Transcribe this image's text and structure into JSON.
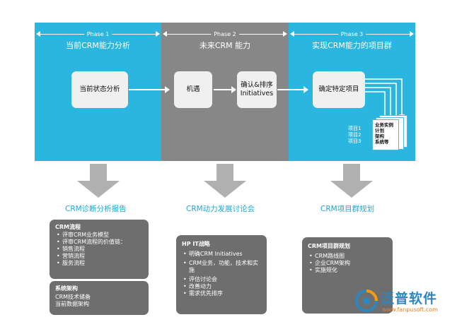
{
  "phases": [
    {
      "label": "Phase 1",
      "title": "当前CRM能力分析",
      "color": "#2bb6e0"
    },
    {
      "label": "Phase 2",
      "title": "未来CRM 能力",
      "color": "#878787"
    },
    {
      "label": "Phase 3",
      "title": "实现CRM能力的项目群",
      "color": "#2bb6e0"
    }
  ],
  "boxes": {
    "current_state": "当前状态分析",
    "opportunity": "机遇",
    "confirm_line1": "确认&排序",
    "confirm_line2": "Initiatives",
    "specific_projects": "确定特定项目"
  },
  "projects": {
    "labels": [
      "项目1",
      "项目2",
      "项目3"
    ],
    "doc_lines": [
      "业务实例",
      "计划",
      "架构",
      "系统等"
    ]
  },
  "reports": [
    "CRM诊断分析报告",
    "CRM动力发展讨论会",
    "CRM项目群规划"
  ],
  "box1": {
    "heading": "CRM流程",
    "items": [
      "评审CRM业务模型",
      "评审CRM流程的价值链：",
      "销售流程",
      "营销流程",
      "服务流程"
    ]
  },
  "box1b": {
    "heading": "系统架构",
    "lines": [
      "CRM技术储备",
      "当前数据架构"
    ]
  },
  "box2": {
    "heading": "HP IT战略",
    "items": [
      "明确CRM Initiatives",
      "CRM业务，功能，技术和实施",
      "评估讨论会",
      "改善动力",
      "需求优先排序"
    ]
  },
  "box3": {
    "heading": "CRM项目群规划",
    "items": [
      "CRM路线图",
      "企业CRM架构",
      "实施规化"
    ]
  },
  "logo": {
    "name": "泛普软件",
    "url": "www.fanpusoft.com"
  }
}
